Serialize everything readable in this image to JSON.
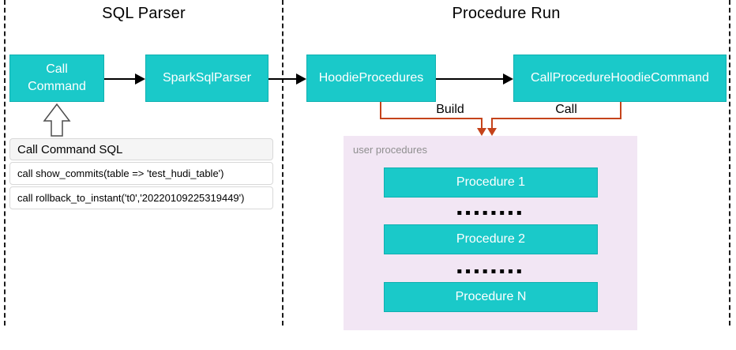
{
  "sections": {
    "sql_parser_title": "SQL Parser",
    "procedure_run_title": "Procedure Run"
  },
  "nodes": {
    "call_command": "Call Command",
    "spark_sql_parser": "SparkSqlParser",
    "hoodie_procedures": "HoodieProcedures",
    "call_procedure_hoodie_command": "CallProcedureHoodieCommand"
  },
  "edge_labels": {
    "build": "Build",
    "call": "Call"
  },
  "sql_panel": {
    "header": "Call Command SQL",
    "rows": [
      "call show_commits(table => 'test_hudi_table')",
      "call rollback_to_instant('t0','20220109225319449')"
    ]
  },
  "user_procedures": {
    "label": "user procedures",
    "items": [
      "Procedure 1",
      "Procedure 2",
      "Procedure N"
    ],
    "ellipsis": "▪▪▪▪▪▪▪▪"
  },
  "colors": {
    "node_fill": "#1ac9c9",
    "node_border": "#0fb0b0",
    "connector_red": "#c5431b",
    "connector_black": "#000000",
    "container_fill": "#f2e6f4",
    "panel_header_fill": "#f5f5f5",
    "panel_border": "#d8d8d8"
  }
}
